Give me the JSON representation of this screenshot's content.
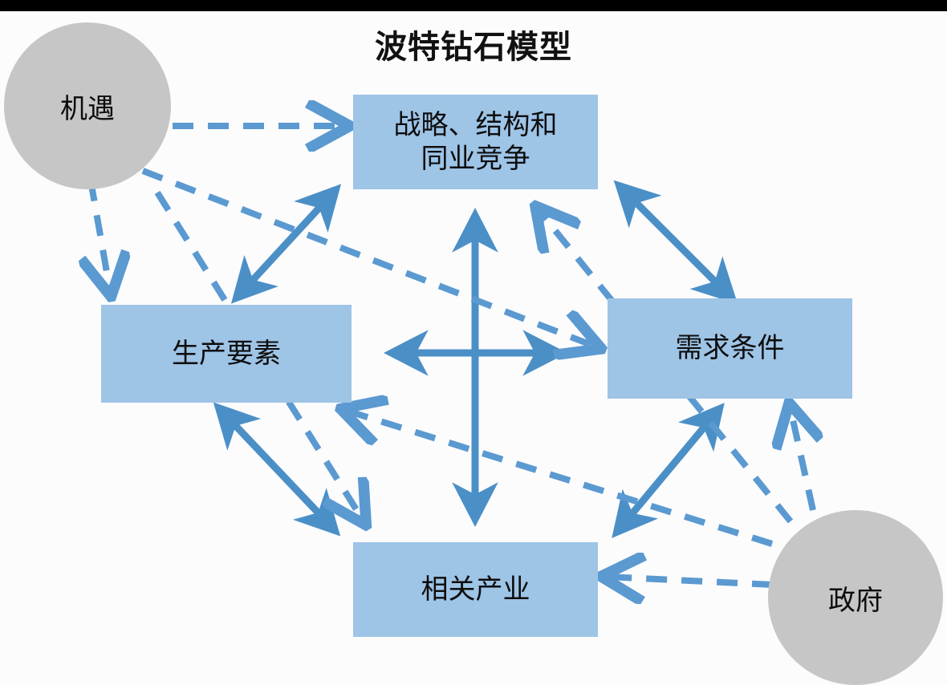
{
  "title": "波特钻石模型",
  "colors": {
    "box_fill": "#9ec4e6",
    "circle_fill": "#c6c6c6",
    "arrow": "#4b8fc7",
    "dashed_arrow": "#5b99d1",
    "title_text": "#111111",
    "background": "#fcfcfd",
    "top_bar": "#000000"
  },
  "nodes": {
    "strategy": {
      "label_line1": "战略、结构和",
      "label_line2": "同业竞争",
      "shape": "rectangle"
    },
    "factors": {
      "label": "生产要素",
      "shape": "rectangle"
    },
    "demand": {
      "label": "需求条件",
      "shape": "rectangle"
    },
    "related": {
      "label": "相关产业",
      "shape": "rectangle"
    },
    "chance": {
      "label": "机遇",
      "shape": "circle"
    },
    "government": {
      "label": "政府",
      "shape": "circle"
    }
  },
  "chart_data": {
    "type": "diagram",
    "title": "波特钻石模型",
    "diagram_kind": "porter-diamond",
    "node_labels": [
      "战略、结构和同业竞争",
      "生产要素",
      "需求条件",
      "相关产业",
      "机遇",
      "政府"
    ],
    "edges": [
      {
        "from": "机遇",
        "to": "战略、结构和同业竞争",
        "style": "dashed",
        "direction": "one-way"
      },
      {
        "from": "机遇",
        "to": "生产要素",
        "style": "dashed",
        "direction": "one-way"
      },
      {
        "from": "机遇",
        "to": "需求条件",
        "style": "dashed",
        "direction": "one-way"
      },
      {
        "from": "机遇",
        "to": "相关产业",
        "style": "dashed",
        "direction": "one-way"
      },
      {
        "from": "政府",
        "to": "战略、结构和同业竞争",
        "style": "dashed",
        "direction": "one-way"
      },
      {
        "from": "政府",
        "to": "需求条件",
        "style": "dashed",
        "direction": "one-way"
      },
      {
        "from": "政府",
        "to": "生产要素",
        "style": "dashed",
        "direction": "one-way"
      },
      {
        "from": "政府",
        "to": "相关产业",
        "style": "dashed",
        "direction": "one-way"
      },
      {
        "from": "生产要素",
        "to": "战略、结构和同业竞争",
        "style": "solid",
        "direction": "two-way"
      },
      {
        "from": "战略、结构和同业竞争",
        "to": "需求条件",
        "style": "solid",
        "direction": "two-way"
      },
      {
        "from": "生产要素",
        "to": "相关产业",
        "style": "solid",
        "direction": "two-way"
      },
      {
        "from": "相关产业",
        "to": "需求条件",
        "style": "solid",
        "direction": "two-way"
      },
      {
        "from": "战略、结构和同业竞争",
        "to": "相关产业",
        "style": "solid",
        "direction": "two-way"
      },
      {
        "from": "生产要素",
        "to": "需求条件",
        "style": "solid",
        "direction": "two-way"
      }
    ]
  }
}
